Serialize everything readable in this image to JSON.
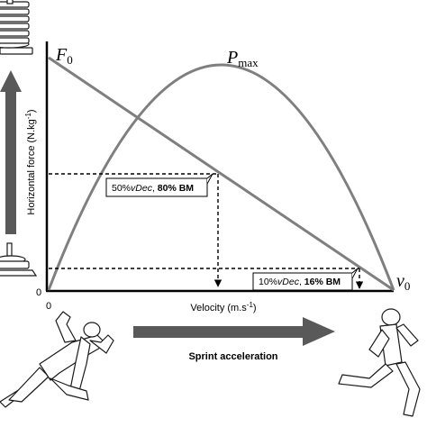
{
  "diagram": {
    "axes": {
      "x_label": "Velocity (m.s",
      "x_label_sup": "-1",
      "x_label_end": ")",
      "y_label": "Horizontal force (N.kg",
      "y_label_sup": "-1",
      "y_label_end": ")",
      "origin_x": "0",
      "origin_y": "0"
    },
    "labels": {
      "f0_main": "F",
      "f0_sub": "0",
      "pmax_main": "P",
      "pmax_sub": "max",
      "v0_main": "v",
      "v0_sub": "0"
    },
    "annotations": [
      {
        "pct": "50%",
        "var": "vDec",
        "load": "80% BM"
      },
      {
        "pct": "10%",
        "var": "vDec",
        "load": "16% BM"
      }
    ],
    "arrow_label": "Sprint acceleration"
  },
  "chart_data": {
    "type": "line",
    "series": [
      {
        "points": [
          [
            0,
            1
          ],
          [
            1,
            0
          ]
        ]
      },
      {
        "points": [
          [
            0,
            0
          ],
          [
            0.5,
            1
          ],
          [
            1,
            0
          ]
        ]
      }
    ],
    "markers": [
      {
        "velocity_fraction": 0.5
      },
      {
        "velocity_fraction": 0.9
      }
    ]
  },
  "colors": {
    "curve": "#7f7f7f",
    "axis": "#000000",
    "arrow": "#595959",
    "figure_stroke": "#1a1a1a"
  }
}
